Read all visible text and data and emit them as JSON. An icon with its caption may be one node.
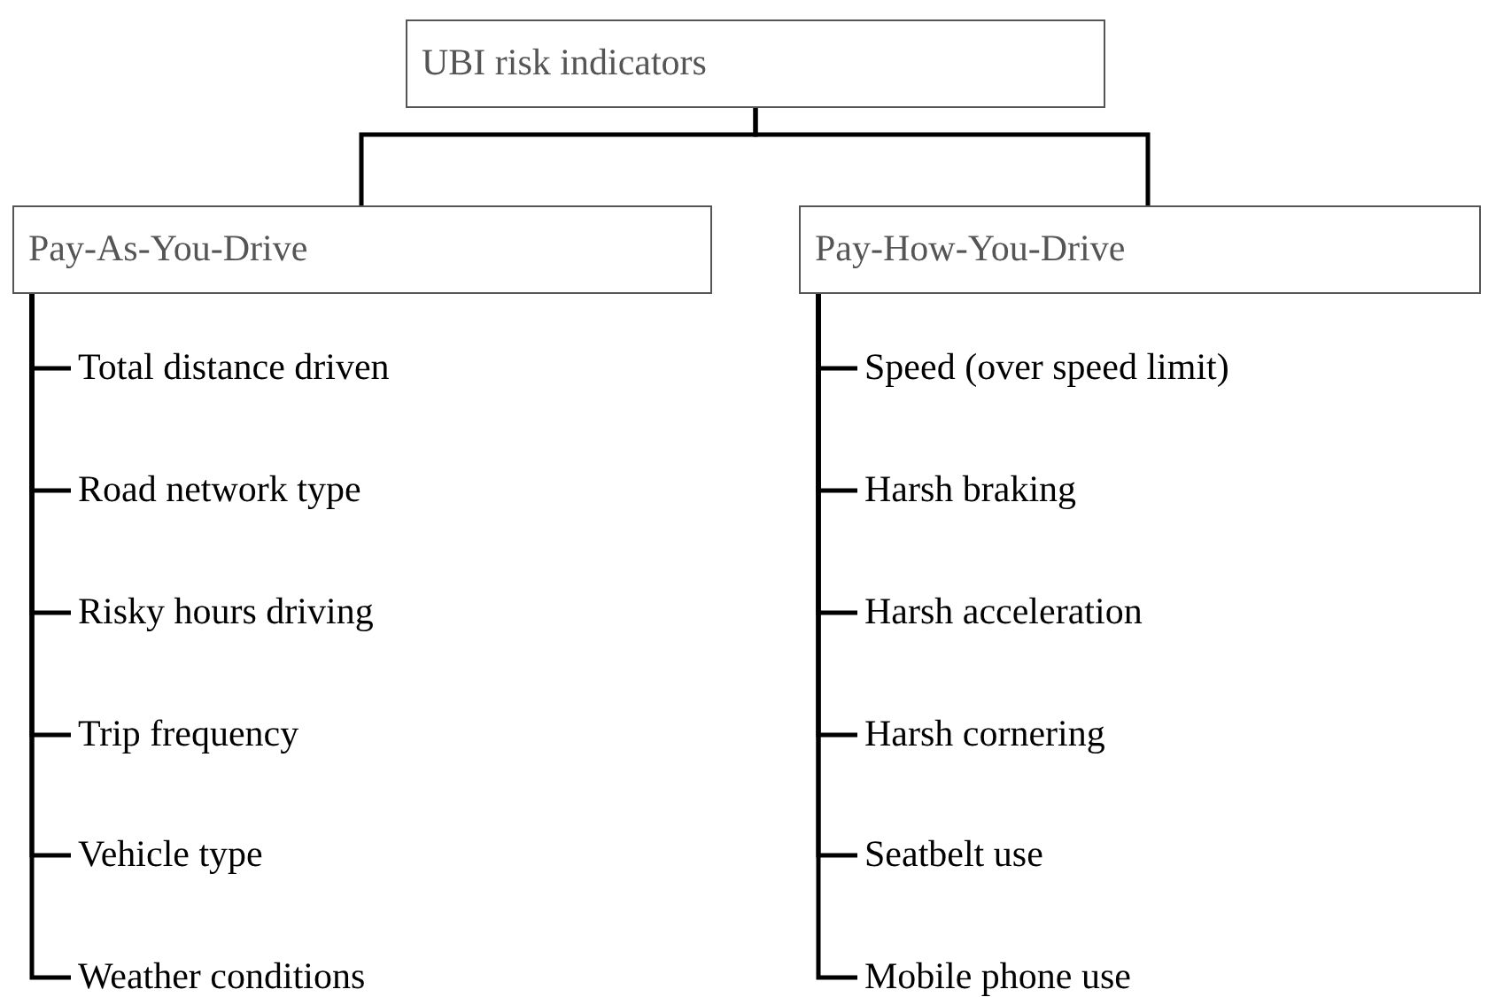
{
  "diagram": {
    "nodes": [
      {
        "text": [
          "UBI risk indicators"
        ]
      },
      {
        "text": [
          "Pay-As-You-Drive"
        ]
      },
      {
        "text": [
          "Pay-How-You-Drive"
        ]
      },
      {
        "text": [
          "Total distance driven"
        ]
      },
      {
        "text": [
          "Road network type"
        ]
      },
      {
        "text": [
          "Risky hours driving"
        ]
      },
      {
        "text": [
          "Trip frequency"
        ]
      },
      {
        "text": [
          "Vehicle type"
        ]
      },
      {
        "text": [
          "Weather conditions"
        ]
      },
      {
        "text": [
          "Speed (over speed limit)"
        ]
      },
      {
        "text": [
          "Harsh braking"
        ]
      },
      {
        "text": [
          "Harsh acceleration"
        ]
      },
      {
        "text": [
          "Harsh cornering"
        ]
      },
      {
        "text": [
          "Seatbelt use"
        ]
      },
      {
        "text": [
          "Mobile phone use"
        ]
      }
    ],
    "edges": [
      {
        "from": 0,
        "to": 1,
        "arrow": "none"
      },
      {
        "from": 0,
        "to": 2,
        "arrow": "none"
      },
      {
        "from": 1,
        "to": 3,
        "arrow": "none"
      },
      {
        "from": 1,
        "to": 4,
        "arrow": "none"
      },
      {
        "from": 1,
        "to": 5,
        "arrow": "none"
      },
      {
        "from": 1,
        "to": 6,
        "arrow": "none"
      },
      {
        "from": 1,
        "to": 7,
        "arrow": "none"
      },
      {
        "from": 1,
        "to": 8,
        "arrow": "none"
      },
      {
        "from": 2,
        "to": 9,
        "arrow": "none"
      },
      {
        "from": 2,
        "to": 10,
        "arrow": "none"
      },
      {
        "from": 2,
        "to": 11,
        "arrow": "none"
      },
      {
        "from": 2,
        "to": 12,
        "arrow": "none"
      },
      {
        "from": 2,
        "to": 13,
        "arrow": "none"
      },
      {
        "from": 2,
        "to": 14,
        "arrow": "none"
      }
    ]
  }
}
